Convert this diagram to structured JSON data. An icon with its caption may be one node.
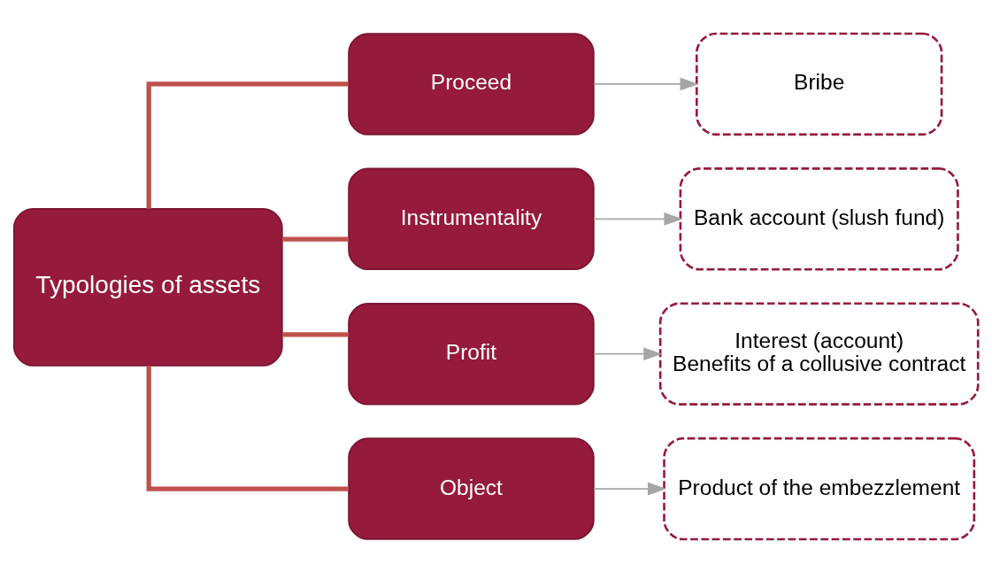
{
  "diagram": {
    "nodes": [
      {
        "text": [
          "Typologies of assets"
        ]
      },
      {
        "text": [
          "Proceed"
        ]
      },
      {
        "text": [
          "Instrumentality"
        ]
      },
      {
        "text": [
          "Profit"
        ]
      },
      {
        "text": [
          "Object"
        ]
      },
      {
        "text": [
          "Bribe"
        ]
      },
      {
        "text": [
          "Bank account (slush fund)"
        ]
      },
      {
        "text": [
          "Interest (account)",
          "Benefits of a collusive contract"
        ]
      },
      {
        "text": [
          "Product of the embezzlement"
        ]
      }
    ],
    "edges": [
      {
        "from": 0,
        "to": 1,
        "arrow": "none",
        "style": "thick",
        "color": "#c0504d"
      },
      {
        "from": 0,
        "to": 2,
        "arrow": "none",
        "style": "thick",
        "color": "#c0504d"
      },
      {
        "from": 0,
        "to": 3,
        "arrow": "none",
        "style": "thick",
        "color": "#c0504d"
      },
      {
        "from": 0,
        "to": 4,
        "arrow": "none",
        "style": "thick",
        "color": "#c0504d"
      },
      {
        "from": 1,
        "to": 5,
        "arrow": "to",
        "color": "#a6a6a6"
      },
      {
        "from": 2,
        "to": 6,
        "arrow": "to",
        "color": "#a6a6a6"
      },
      {
        "from": 3,
        "to": 7,
        "arrow": "to",
        "color": "#a6a6a6"
      },
      {
        "from": 4,
        "to": 8,
        "arrow": "to",
        "color": "#a6a6a6"
      }
    ]
  }
}
